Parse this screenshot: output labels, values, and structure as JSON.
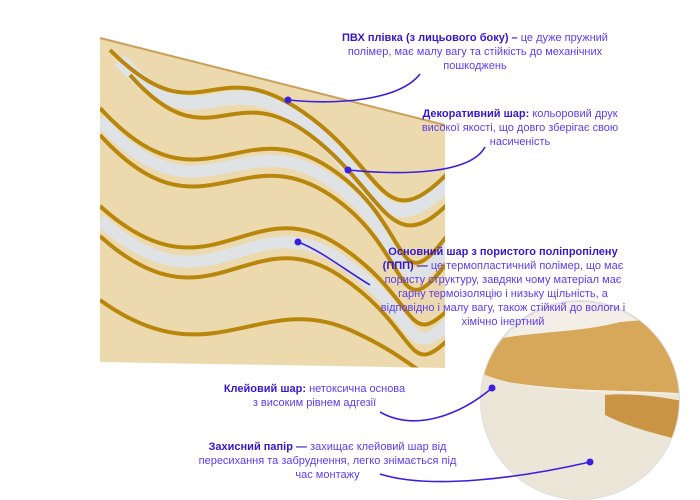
{
  "colors": {
    "accent": "#4a22e6",
    "panel": "#ecd9ae",
    "gold": "#b8860b",
    "silver": "#dfe3e6"
  },
  "callouts": [
    {
      "title": "ПВХ плівка (з лицьового боку) –",
      "text": "це дуже пружний полімер, має малу вагу та стійкість до механічних пошкоджень"
    },
    {
      "title": "Декоративний шар:",
      "text": "кольоровий друк високої якості, що довго зберігає свою насиченість"
    },
    {
      "title": "Основний шар з пористого поліпропілену (ППП) —",
      "text": "це термопластичний полімер, що має пористу структуру, завдяки чому матеріал має гарну термоізоляцію і низьку щільність, а відповідно і малу вагу, також стійкий до вологи і хімічно інертний"
    },
    {
      "title": "Клейовий шар:",
      "text": "нетоксична основа з високим рівнем адгезії"
    },
    {
      "title": "Захисний папір —",
      "text": "захищає клейовий шар від пересихання та забруднення, легко знімається під час монтажу"
    }
  ]
}
